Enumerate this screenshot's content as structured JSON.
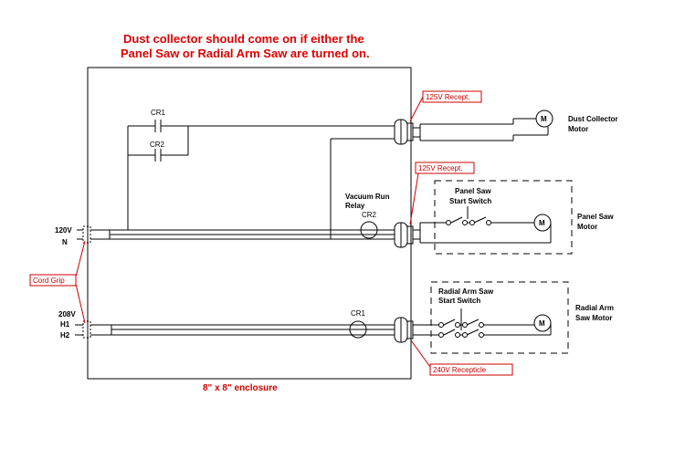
{
  "title": {
    "line1": "Dust collector should come on if either the",
    "line2": "Panel Saw or Radial Arm Saw are turned on."
  },
  "enclosure_caption": "8\" x 8\" enclosure",
  "contacts": {
    "cr1": "CR1",
    "cr2": "CR2"
  },
  "coils": {
    "cr2": "CR2",
    "cr1": "CR1"
  },
  "relay_label": {
    "line1": "Vacuum Run",
    "line2": "Relay"
  },
  "inputs": {
    "v120": "120V",
    "n": "N",
    "v208": "208V",
    "h1": "H1",
    "h2": "H2"
  },
  "callouts": {
    "cord_grip": "Cord Grip",
    "recept_125_top": "125V Recept.",
    "recept_125_mid": "125V Recept.",
    "recept_240": "240V Recepticle"
  },
  "dust_collector": {
    "line1": "Dust Collector",
    "line2": "Motor",
    "motor_symbol": "M"
  },
  "panel_saw": {
    "switch_line1": "Panel Saw",
    "switch_line2": "Start Switch",
    "motor_line1": "Panel Saw",
    "motor_line2": "Motor",
    "motor_symbol": "M"
  },
  "radial_arm_saw": {
    "switch_line1": "Radial Arm Saw",
    "switch_line2": "Start Switch",
    "motor_line1": "Radial Arm",
    "motor_line2": "Saw Motor",
    "motor_symbol": "M"
  }
}
